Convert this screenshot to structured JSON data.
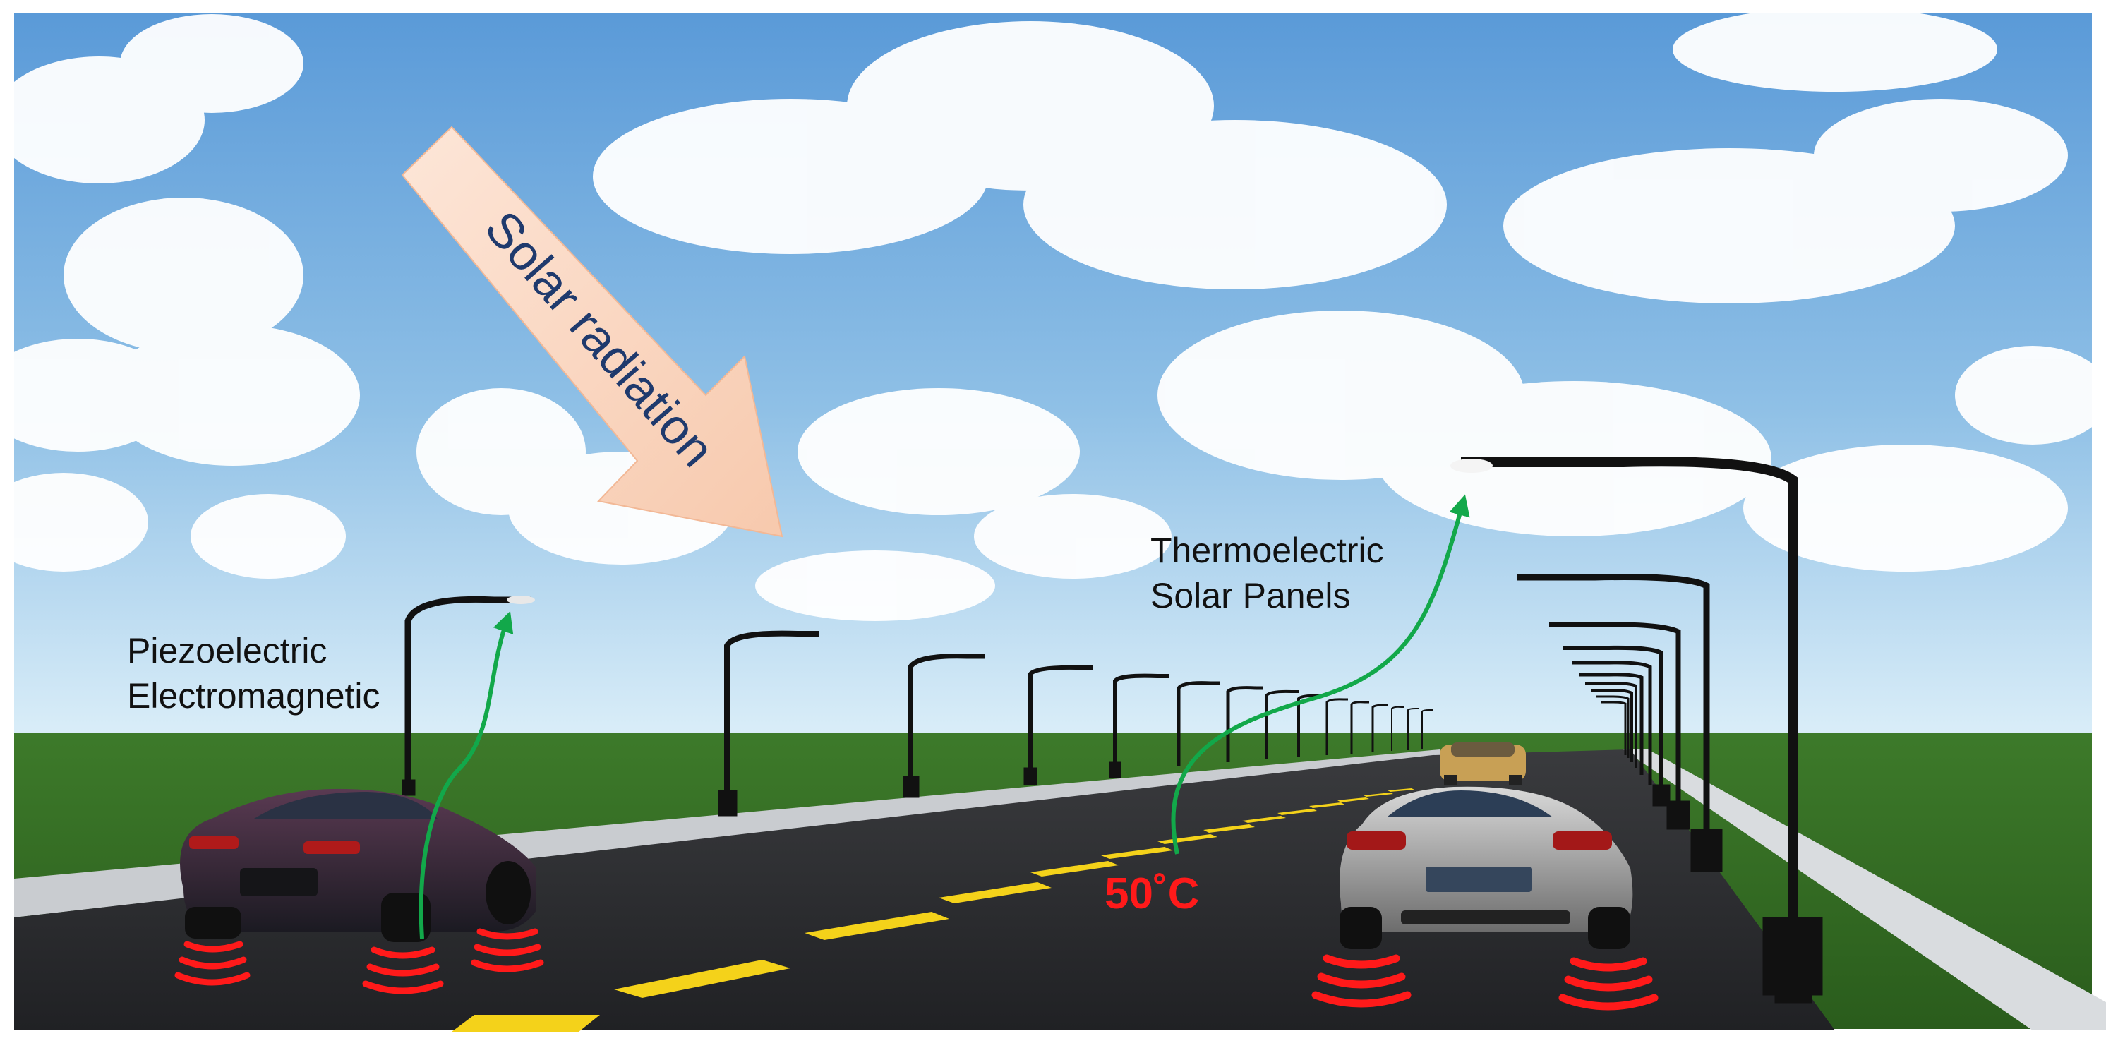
{
  "solar_arrow": {
    "text": "Solar radiation"
  },
  "labels": {
    "piezo_line1": "Piezoelectric",
    "piezo_line2": "Electromagnetic",
    "thermo_line1": "Thermoelectric",
    "thermo_line2": "Solar Panels"
  },
  "temperature": "50˚C",
  "colors": {
    "sky_top": "#5a9ad8",
    "sky_bottom": "#cfe6f5",
    "grass": "#2f6a20",
    "road": "#2a2b2e",
    "lane_marking": "#f4d21a",
    "vibration_arcs": "#ff1a1a",
    "energy_arrows": "#12a84a",
    "arrow_fill": "#fbd8c2"
  }
}
